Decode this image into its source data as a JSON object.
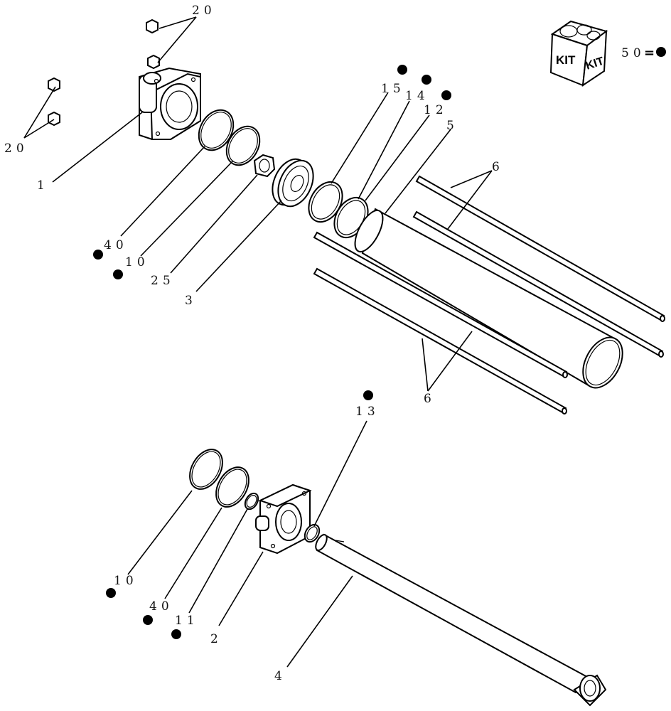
{
  "diagram": {
    "callouts": [
      {
        "id": "c-20-top",
        "text": "20"
      },
      {
        "id": "c-20-left",
        "text": "20"
      },
      {
        "id": "c-1",
        "text": "1"
      },
      {
        "id": "c-40-a",
        "text": "40"
      },
      {
        "id": "c-10-a",
        "text": "10"
      },
      {
        "id": "c-25",
        "text": "25"
      },
      {
        "id": "c-3",
        "text": "3"
      },
      {
        "id": "c-15",
        "text": "15"
      },
      {
        "id": "c-14",
        "text": "14"
      },
      {
        "id": "c-12",
        "text": "12"
      },
      {
        "id": "c-5",
        "text": "5"
      },
      {
        "id": "c-6-top",
        "text": "6"
      },
      {
        "id": "c-6-bottom",
        "text": "6"
      },
      {
        "id": "c-13",
        "text": "13"
      },
      {
        "id": "c-10-b",
        "text": "10"
      },
      {
        "id": "c-40-b",
        "text": "40"
      },
      {
        "id": "c-11",
        "text": "11"
      },
      {
        "id": "c-2",
        "text": "2"
      },
      {
        "id": "c-4",
        "text": "4"
      }
    ],
    "kit": {
      "box_label_left": "KIT",
      "box_label_right": "KIT",
      "legend_number": "50",
      "legend_equals": "="
    }
  }
}
